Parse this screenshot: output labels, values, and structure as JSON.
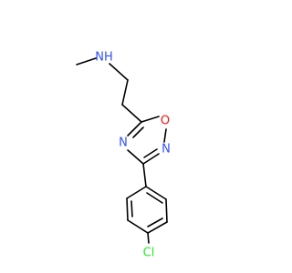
{
  "molecule": {
    "colors": {
      "bond": "#000000",
      "carbon": "#000000",
      "nitrogen": "#3050F8",
      "oxygen": "#FF0D0D",
      "chlorine": "#1FF01F"
    },
    "atoms": [
      {
        "id": "nh",
        "label": "NH",
        "element": "nitrogen"
      },
      {
        "id": "n4",
        "label": "N",
        "element": "nitrogen"
      },
      {
        "id": "o1",
        "label": "O",
        "element": "oxygen"
      },
      {
        "id": "n2",
        "label": "N",
        "element": "nitrogen"
      },
      {
        "id": "cl",
        "label": "Cl",
        "element": "chlorine"
      }
    ]
  }
}
